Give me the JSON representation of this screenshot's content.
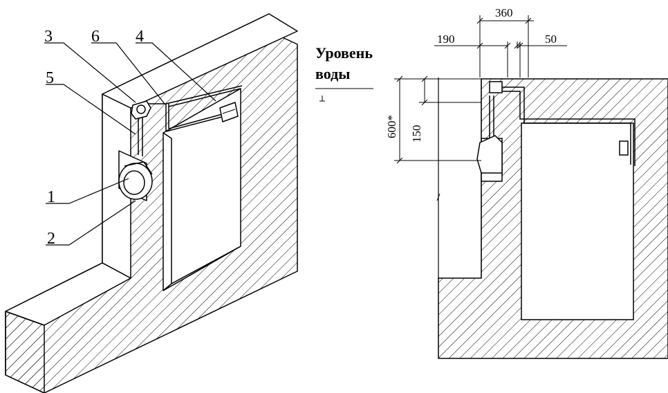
{
  "callouts": [
    "1",
    "2",
    "3",
    "4",
    "5",
    "6"
  ],
  "dimensions": {
    "total_width": "360",
    "left_width": "190",
    "right_gap": "50",
    "depth_600": "600*",
    "height_150": "150"
  },
  "water_level": {
    "line1": "Уровень",
    "line2": "воды"
  }
}
